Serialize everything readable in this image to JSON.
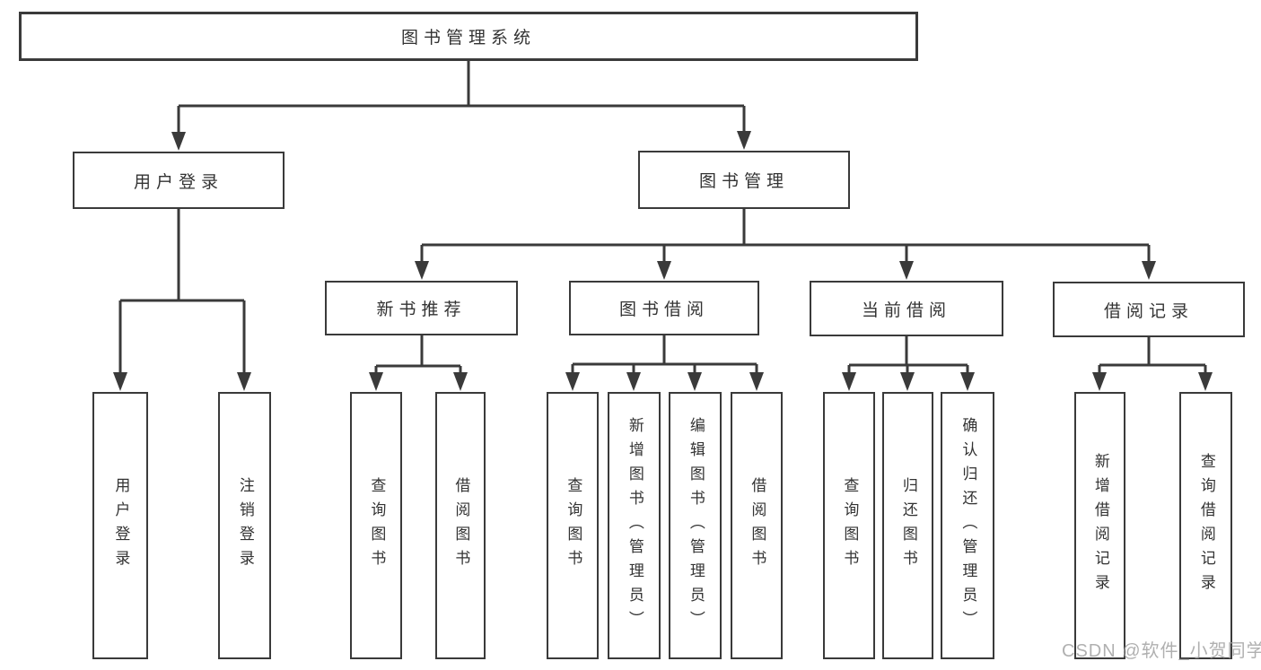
{
  "tree": {
    "root": {
      "label": "图书管理系统"
    },
    "children": [
      {
        "label": "用户登录",
        "children": [
          {
            "label": "用户登录"
          },
          {
            "label": "注销登录"
          }
        ]
      },
      {
        "label": "图书管理",
        "children": [
          {
            "label": "新书推荐",
            "children": [
              {
                "label": "查询图书"
              },
              {
                "label": "借阅图书"
              }
            ]
          },
          {
            "label": "图书借阅",
            "children": [
              {
                "label": "查询图书"
              },
              {
                "label": "新增图书（管理员）"
              },
              {
                "label": "编辑图书（管理员）"
              },
              {
                "label": "借阅图书"
              }
            ]
          },
          {
            "label": "当前借阅",
            "children": [
              {
                "label": "查询图书"
              },
              {
                "label": "归还图书"
              },
              {
                "label": "确认归还（管理员）"
              }
            ]
          },
          {
            "label": "借阅记录",
            "children": [
              {
                "label": "新增借阅记录"
              },
              {
                "label": "查询借阅记录"
              }
            ]
          }
        ]
      }
    ]
  },
  "watermark": {
    "text": "CSDN @软件_小贺同学",
    "color": "#a3a3a3"
  },
  "colors": {
    "line": "#3a3a3a",
    "box_border": "#3a3a3a",
    "text": "#333333",
    "background": "#ffffff"
  }
}
